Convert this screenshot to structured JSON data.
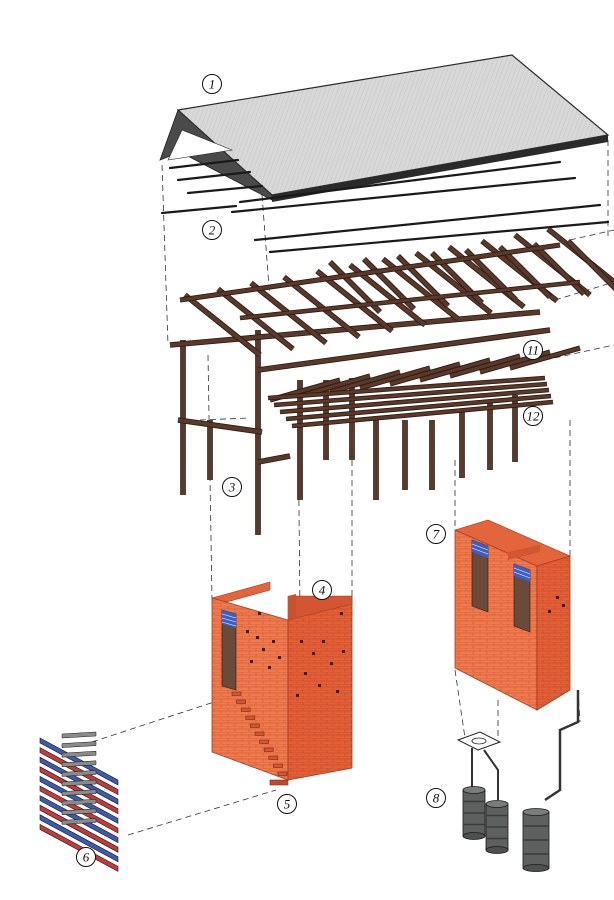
{
  "diagram": {
    "callouts": [
      {
        "id": "roof",
        "label": "1"
      },
      {
        "id": "purlins",
        "label": "2"
      },
      {
        "id": "frame",
        "label": "3"
      },
      {
        "id": "brick-room-left",
        "label": "4"
      },
      {
        "id": "brick-steps",
        "label": "5"
      },
      {
        "id": "loose-boards",
        "label": "6"
      },
      {
        "id": "brick-room-right",
        "label": "7"
      },
      {
        "id": "water-tanks",
        "label": "8"
      },
      {
        "id": "rafters",
        "label": "11"
      },
      {
        "id": "floor-joists",
        "label": "12"
      }
    ],
    "colors": {
      "roof_top": "#d4d4d4",
      "roof_edge": "#2a2a2a",
      "timber": "#4a2e22",
      "timber_light": "#6b4536",
      "brick_front": "#f07a4e",
      "brick_side": "#e45f36",
      "brick_mortar": "#c04a2a",
      "window_blue": "#3a5fc8",
      "window_dark": "#6b4a3a",
      "tank": "#5e6060",
      "tank_ring": "#3e4040",
      "board_blue": "#3b5bb0",
      "board_red": "#c23a3a",
      "board_grey": "#7a7a7a",
      "guide_line": "#333333"
    }
  }
}
